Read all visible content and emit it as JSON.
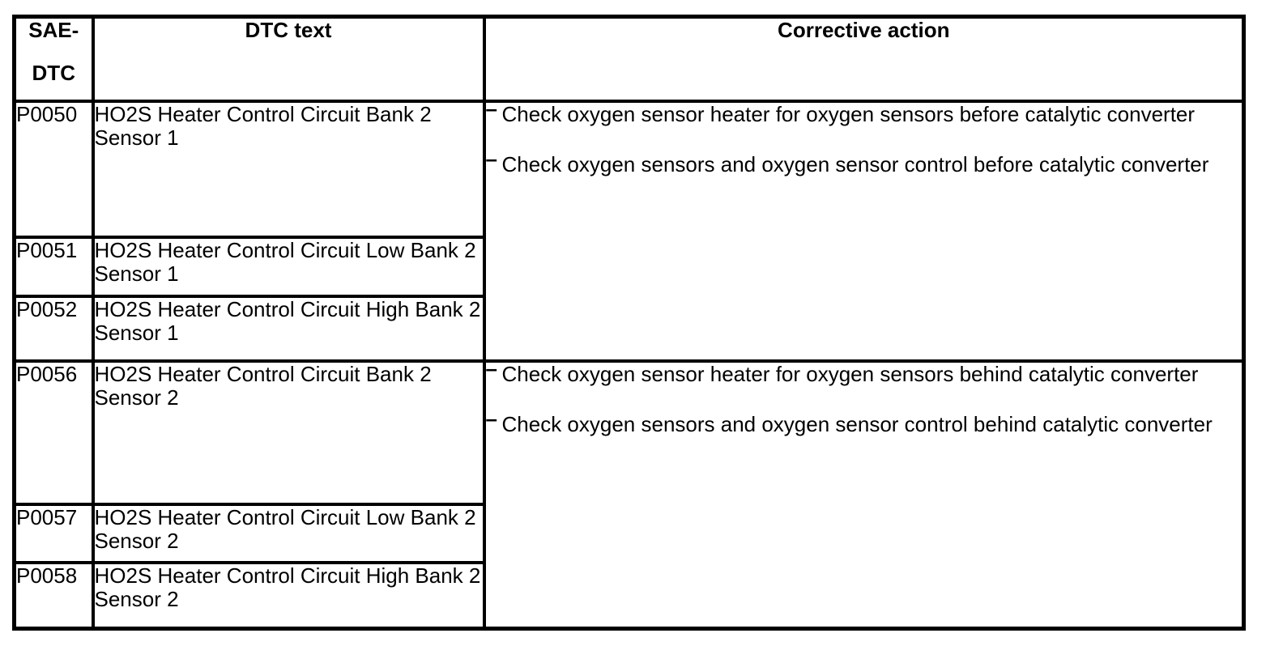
{
  "colors": {
    "background": "#ffffff",
    "border": "#000000",
    "text": "#000000"
  },
  "table": {
    "header": {
      "sae_dtc_line1": "SAE-",
      "sae_dtc_line2": "DTC",
      "dtc_text": "DTC text",
      "corrective_action": "Corrective action"
    },
    "bullet_char": "–",
    "groups": [
      {
        "rows": [
          {
            "code": "P0050",
            "text": "HO2S Heater Control Circuit Bank 2 Sensor 1"
          },
          {
            "code": "P0051",
            "text": "HO2S Heater Control Circuit Low Bank 2 Sensor 1"
          },
          {
            "code": "P0052",
            "text": "HO2S Heater Control Circuit High Bank 2 Sensor 1"
          }
        ],
        "actions": [
          "Check oxygen sensor heater for oxygen sensors before catalytic converter",
          "Check oxygen sensors and oxygen sensor control before catalytic converter"
        ]
      },
      {
        "rows": [
          {
            "code": "P0056",
            "text": "HO2S Heater Control Circuit Bank 2 Sensor 2"
          },
          {
            "code": "P0057",
            "text": "HO2S Heater Control Circuit Low Bank 2 Sensor 2"
          },
          {
            "code": "P0058",
            "text": "HO2S Heater Control Circuit High Bank 2 Sensor 2"
          }
        ],
        "actions": [
          "Check oxygen sensor heater for oxygen sensors behind catalytic converter",
          "Check oxygen sensors and oxygen sensor control behind catalytic converter"
        ]
      }
    ]
  }
}
